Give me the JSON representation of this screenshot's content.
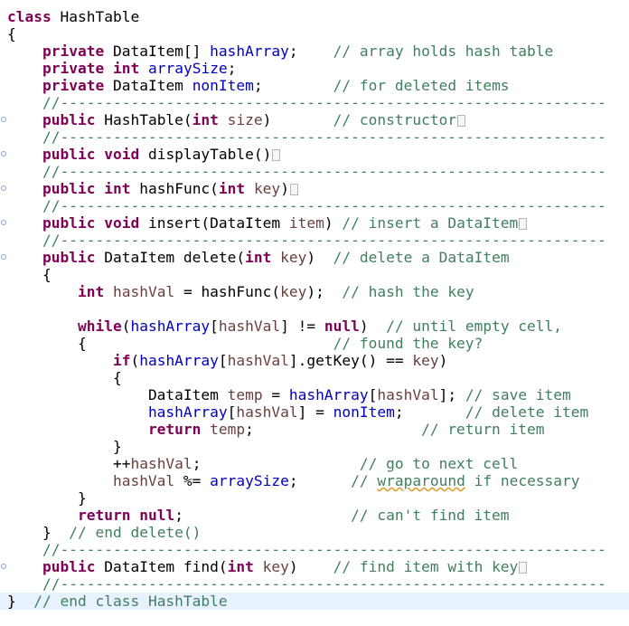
{
  "editor": {
    "lines": [
      {
        "indent": "",
        "fold": false,
        "hl": false,
        "segs": [
          {
            "t": "class",
            "c": "kw"
          },
          {
            "t": " HashTable",
            "c": ""
          }
        ]
      },
      {
        "indent": "",
        "fold": false,
        "hl": false,
        "segs": [
          {
            "t": "{",
            "c": ""
          }
        ]
      },
      {
        "indent": "    ",
        "fold": false,
        "hl": false,
        "segs": [
          {
            "t": "private",
            "c": "kw"
          },
          {
            "t": " DataItem[] ",
            "c": ""
          },
          {
            "t": "hashArray",
            "c": "fld"
          },
          {
            "t": ";    ",
            "c": ""
          },
          {
            "t": "// array holds hash table",
            "c": "cm"
          }
        ]
      },
      {
        "indent": "    ",
        "fold": false,
        "hl": false,
        "segs": [
          {
            "t": "private",
            "c": "kw"
          },
          {
            "t": " ",
            "c": ""
          },
          {
            "t": "int",
            "c": "kw"
          },
          {
            "t": " ",
            "c": ""
          },
          {
            "t": "arraySize",
            "c": "fld"
          },
          {
            "t": ";",
            "c": ""
          }
        ]
      },
      {
        "indent": "    ",
        "fold": false,
        "hl": false,
        "segs": [
          {
            "t": "private",
            "c": "kw"
          },
          {
            "t": " DataItem ",
            "c": ""
          },
          {
            "t": "nonItem",
            "c": "fld"
          },
          {
            "t": ";        ",
            "c": ""
          },
          {
            "t": "// for deleted items",
            "c": "cm"
          }
        ]
      },
      {
        "indent": "    ",
        "fold": false,
        "hl": false,
        "segs": [
          {
            "t": "//--------------------------------------------------------------",
            "c": "cm"
          }
        ]
      },
      {
        "indent": "    ",
        "fold": true,
        "hl": false,
        "box": true,
        "segs": [
          {
            "t": "public",
            "c": "kw"
          },
          {
            "t": " HashTable(",
            "c": ""
          },
          {
            "t": "int",
            "c": "kw"
          },
          {
            "t": " ",
            "c": ""
          },
          {
            "t": "size",
            "c": "var"
          },
          {
            "t": ")       ",
            "c": ""
          },
          {
            "t": "// constructor",
            "c": "cm"
          }
        ]
      },
      {
        "indent": "    ",
        "fold": false,
        "hl": false,
        "segs": [
          {
            "t": "//--------------------------------------------------------------",
            "c": "cm"
          }
        ]
      },
      {
        "indent": "    ",
        "fold": true,
        "hl": false,
        "box": true,
        "segs": [
          {
            "t": "public",
            "c": "kw"
          },
          {
            "t": " ",
            "c": ""
          },
          {
            "t": "void",
            "c": "kw"
          },
          {
            "t": " displayTable()",
            "c": ""
          }
        ]
      },
      {
        "indent": "    ",
        "fold": false,
        "hl": false,
        "segs": [
          {
            "t": "//--------------------------------------------------------------",
            "c": "cm"
          }
        ]
      },
      {
        "indent": "    ",
        "fold": true,
        "hl": false,
        "box": true,
        "segs": [
          {
            "t": "public",
            "c": "kw"
          },
          {
            "t": " ",
            "c": ""
          },
          {
            "t": "int",
            "c": "kw"
          },
          {
            "t": " hashFunc(",
            "c": ""
          },
          {
            "t": "int",
            "c": "kw"
          },
          {
            "t": " ",
            "c": ""
          },
          {
            "t": "key",
            "c": "var"
          },
          {
            "t": ")",
            "c": ""
          }
        ]
      },
      {
        "indent": "    ",
        "fold": false,
        "hl": false,
        "segs": [
          {
            "t": "//--------------------------------------------------------------",
            "c": "cm"
          }
        ]
      },
      {
        "indent": "    ",
        "fold": true,
        "hl": false,
        "box": true,
        "segs": [
          {
            "t": "public",
            "c": "kw"
          },
          {
            "t": " ",
            "c": ""
          },
          {
            "t": "void",
            "c": "kw"
          },
          {
            "t": " insert(DataItem ",
            "c": ""
          },
          {
            "t": "item",
            "c": "var"
          },
          {
            "t": ") ",
            "c": ""
          },
          {
            "t": "// insert a DataItem",
            "c": "cm"
          }
        ]
      },
      {
        "indent": "    ",
        "fold": false,
        "hl": false,
        "segs": [
          {
            "t": "//--------------------------------------------------------------",
            "c": "cm"
          }
        ]
      },
      {
        "indent": "    ",
        "fold": true,
        "hl": false,
        "segs": [
          {
            "t": "public",
            "c": "kw"
          },
          {
            "t": " DataItem delete(",
            "c": ""
          },
          {
            "t": "int",
            "c": "kw"
          },
          {
            "t": " ",
            "c": ""
          },
          {
            "t": "key",
            "c": "var"
          },
          {
            "t": ")  ",
            "c": ""
          },
          {
            "t": "// delete a DataItem",
            "c": "cm"
          }
        ]
      },
      {
        "indent": "    ",
        "fold": false,
        "hl": false,
        "segs": [
          {
            "t": "{",
            "c": ""
          }
        ]
      },
      {
        "indent": "        ",
        "fold": false,
        "hl": false,
        "segs": [
          {
            "t": "int",
            "c": "kw"
          },
          {
            "t": " ",
            "c": ""
          },
          {
            "t": "hashVal",
            "c": "var"
          },
          {
            "t": " = hashFunc(",
            "c": ""
          },
          {
            "t": "key",
            "c": "var"
          },
          {
            "t": ");  ",
            "c": ""
          },
          {
            "t": "// hash the key",
            "c": "cm"
          }
        ]
      },
      {
        "indent": "",
        "fold": false,
        "hl": false,
        "segs": []
      },
      {
        "indent": "        ",
        "fold": false,
        "hl": false,
        "segs": [
          {
            "t": "while",
            "c": "kw"
          },
          {
            "t": "(",
            "c": ""
          },
          {
            "t": "hashArray",
            "c": "fld"
          },
          {
            "t": "[",
            "c": ""
          },
          {
            "t": "hashVal",
            "c": "var"
          },
          {
            "t": "] != ",
            "c": ""
          },
          {
            "t": "null",
            "c": "kw"
          },
          {
            "t": ")  ",
            "c": ""
          },
          {
            "t": "// until empty cell,",
            "c": "cm"
          }
        ]
      },
      {
        "indent": "        ",
        "fold": false,
        "hl": false,
        "segs": [
          {
            "t": "{                            ",
            "c": ""
          },
          {
            "t": "// found the key?",
            "c": "cm"
          }
        ]
      },
      {
        "indent": "            ",
        "fold": false,
        "hl": false,
        "segs": [
          {
            "t": "if",
            "c": "kw"
          },
          {
            "t": "(",
            "c": ""
          },
          {
            "t": "hashArray",
            "c": "fld"
          },
          {
            "t": "[",
            "c": ""
          },
          {
            "t": "hashVal",
            "c": "var"
          },
          {
            "t": "].getKey() == ",
            "c": ""
          },
          {
            "t": "key",
            "c": "var"
          },
          {
            "t": ")",
            "c": ""
          }
        ]
      },
      {
        "indent": "            ",
        "fold": false,
        "hl": false,
        "segs": [
          {
            "t": "{",
            "c": ""
          }
        ]
      },
      {
        "indent": "                ",
        "fold": false,
        "hl": false,
        "segs": [
          {
            "t": "DataItem ",
            "c": ""
          },
          {
            "t": "temp",
            "c": "var"
          },
          {
            "t": " = ",
            "c": ""
          },
          {
            "t": "hashArray",
            "c": "fld"
          },
          {
            "t": "[",
            "c": ""
          },
          {
            "t": "hashVal",
            "c": "var"
          },
          {
            "t": "]; ",
            "c": ""
          },
          {
            "t": "// save item",
            "c": "cm"
          }
        ]
      },
      {
        "indent": "                ",
        "fold": false,
        "hl": false,
        "segs": [
          {
            "t": "hashArray",
            "c": "fld"
          },
          {
            "t": "[",
            "c": ""
          },
          {
            "t": "hashVal",
            "c": "var"
          },
          {
            "t": "] = ",
            "c": ""
          },
          {
            "t": "nonItem",
            "c": "fld"
          },
          {
            "t": ";       ",
            "c": ""
          },
          {
            "t": "// delete item",
            "c": "cm"
          }
        ]
      },
      {
        "indent": "                ",
        "fold": false,
        "hl": false,
        "segs": [
          {
            "t": "return",
            "c": "kw"
          },
          {
            "t": " ",
            "c": ""
          },
          {
            "t": "temp",
            "c": "var"
          },
          {
            "t": ";                   ",
            "c": ""
          },
          {
            "t": "// return item",
            "c": "cm"
          }
        ]
      },
      {
        "indent": "            ",
        "fold": false,
        "hl": false,
        "segs": [
          {
            "t": "}",
            "c": ""
          }
        ]
      },
      {
        "indent": "            ",
        "fold": false,
        "hl": false,
        "segs": [
          {
            "t": "++",
            "c": ""
          },
          {
            "t": "hashVal",
            "c": "var"
          },
          {
            "t": ";                  ",
            "c": ""
          },
          {
            "t": "// go to next cell",
            "c": "cm"
          }
        ]
      },
      {
        "indent": "            ",
        "fold": false,
        "hl": false,
        "segs": [
          {
            "t": "hashVal",
            "c": "var"
          },
          {
            "t": " %= ",
            "c": ""
          },
          {
            "t": "arraySize",
            "c": "fld"
          },
          {
            "t": ";      ",
            "c": ""
          },
          {
            "t": "// ",
            "c": "cm"
          },
          {
            "t": "wraparound",
            "c": "cm sq"
          },
          {
            "t": " if necessary",
            "c": "cm"
          }
        ]
      },
      {
        "indent": "        ",
        "fold": false,
        "hl": false,
        "segs": [
          {
            "t": "}",
            "c": ""
          }
        ]
      },
      {
        "indent": "        ",
        "fold": false,
        "hl": false,
        "segs": [
          {
            "t": "return",
            "c": "kw"
          },
          {
            "t": " ",
            "c": ""
          },
          {
            "t": "null",
            "c": "kw"
          },
          {
            "t": ";                   ",
            "c": ""
          },
          {
            "t": "// can't find item",
            "c": "cm"
          }
        ]
      },
      {
        "indent": "    ",
        "fold": false,
        "hl": false,
        "segs": [
          {
            "t": "}  ",
            "c": ""
          },
          {
            "t": "// end delete()",
            "c": "cm"
          }
        ]
      },
      {
        "indent": "    ",
        "fold": false,
        "hl": false,
        "segs": [
          {
            "t": "//--------------------------------------------------------------",
            "c": "cm"
          }
        ]
      },
      {
        "indent": "    ",
        "fold": true,
        "hl": false,
        "box": true,
        "segs": [
          {
            "t": "public",
            "c": "kw"
          },
          {
            "t": " DataItem find(",
            "c": ""
          },
          {
            "t": "int",
            "c": "kw"
          },
          {
            "t": " ",
            "c": ""
          },
          {
            "t": "key",
            "c": "var"
          },
          {
            "t": ")    ",
            "c": ""
          },
          {
            "t": "// find item with key",
            "c": "cm"
          }
        ]
      },
      {
        "indent": "    ",
        "fold": false,
        "hl": false,
        "segs": [
          {
            "t": "//--------------------------------------------------------------",
            "c": "cm"
          }
        ]
      },
      {
        "indent": "",
        "fold": false,
        "hl": true,
        "segs": [
          {
            "t": "}  ",
            "c": ""
          },
          {
            "t": "// end class HashTable",
            "c": "cm"
          }
        ]
      }
    ]
  }
}
